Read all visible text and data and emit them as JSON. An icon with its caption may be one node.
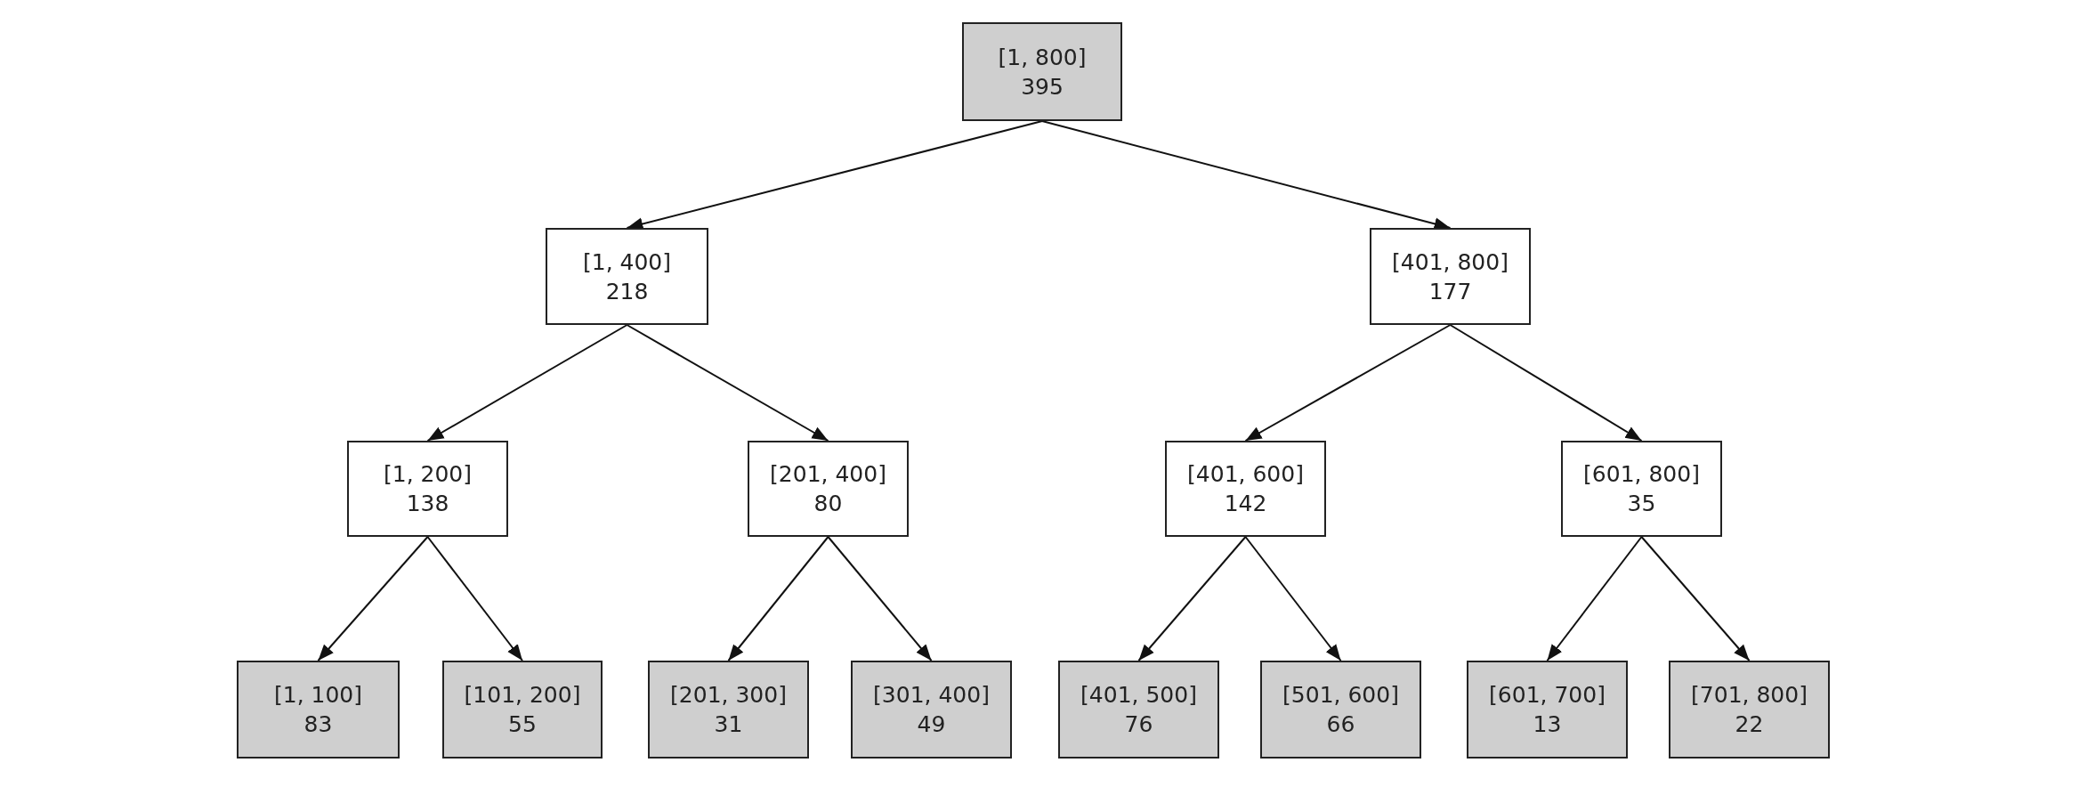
{
  "diagram": {
    "nodes": [
      {
        "text": [
          "[1, 800]",
          "395"
        ]
      },
      {
        "text": [
          "[1, 400]",
          "218"
        ]
      },
      {
        "text": [
          "[401, 800]",
          "177"
        ]
      },
      {
        "text": [
          "[1, 200]",
          "138"
        ]
      },
      {
        "text": [
          "[201, 400]",
          "80"
        ]
      },
      {
        "text": [
          "[401, 600]",
          "142"
        ]
      },
      {
        "text": [
          "[601, 800]",
          "35"
        ]
      },
      {
        "text": [
          "[1, 100]",
          "83"
        ]
      },
      {
        "text": [
          "[101, 200]",
          "55"
        ]
      },
      {
        "text": [
          "[201, 300]",
          "31"
        ]
      },
      {
        "text": [
          "[301, 400]",
          "49"
        ]
      },
      {
        "text": [
          "[401, 500]",
          "76"
        ]
      },
      {
        "text": [
          "[501, 600]",
          "66"
        ]
      },
      {
        "text": [
          "[601, 700]",
          "13"
        ]
      },
      {
        "text": [
          "[701, 800]",
          "22"
        ]
      }
    ],
    "edges": [
      {
        "from": 0,
        "to": 1,
        "arrow": "to"
      },
      {
        "from": 0,
        "to": 2,
        "arrow": "to"
      },
      {
        "from": 1,
        "to": 3,
        "arrow": "to"
      },
      {
        "from": 1,
        "to": 4,
        "arrow": "to"
      },
      {
        "from": 2,
        "to": 5,
        "arrow": "to"
      },
      {
        "from": 2,
        "to": 6,
        "arrow": "to"
      },
      {
        "from": 3,
        "to": 7,
        "arrow": "to"
      },
      {
        "from": 3,
        "to": 8,
        "arrow": "to"
      },
      {
        "from": 4,
        "to": 9,
        "arrow": "to"
      },
      {
        "from": 4,
        "to": 10,
        "arrow": "to"
      },
      {
        "from": 5,
        "to": 11,
        "arrow": "to"
      },
      {
        "from": 5,
        "to": 12,
        "arrow": "to"
      },
      {
        "from": 6,
        "to": 13,
        "arrow": "to"
      },
      {
        "from": 6,
        "to": 14,
        "arrow": "to"
      }
    ]
  }
}
